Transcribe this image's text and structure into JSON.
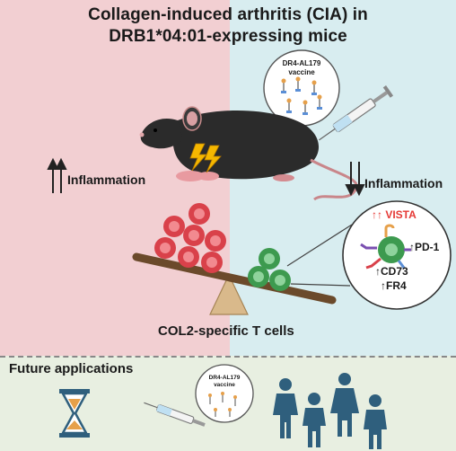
{
  "title": {
    "line1": "Collagen-induced arthritis (CIA) in",
    "line2": "DRB1*04:01-expressing mice"
  },
  "vaccine_label": {
    "line1": "DR4-AL179",
    "line2": "vaccine"
  },
  "left_effect": "Inflammation",
  "right_effect": "Inflammation",
  "markers": {
    "vista": "VISTA",
    "pd1": "PD-1",
    "cd73": "CD73",
    "fr4": "FR4"
  },
  "balance_caption": "COL2-specific T cells",
  "future_label": "Future applications",
  "colors": {
    "left_bg": "#f2cfd2",
    "right_bg": "#d8edf0",
    "bottom_bg": "#e8efe1",
    "effector_cell": "#d9414a",
    "regulatory_cell": "#3d9a4f",
    "vista_red": "#e53935",
    "person_blue": "#2f5f7d"
  },
  "icons": [
    "mouse-icon",
    "syringe-icon",
    "lightning-icon",
    "hourglass-icon",
    "person-icon"
  ]
}
